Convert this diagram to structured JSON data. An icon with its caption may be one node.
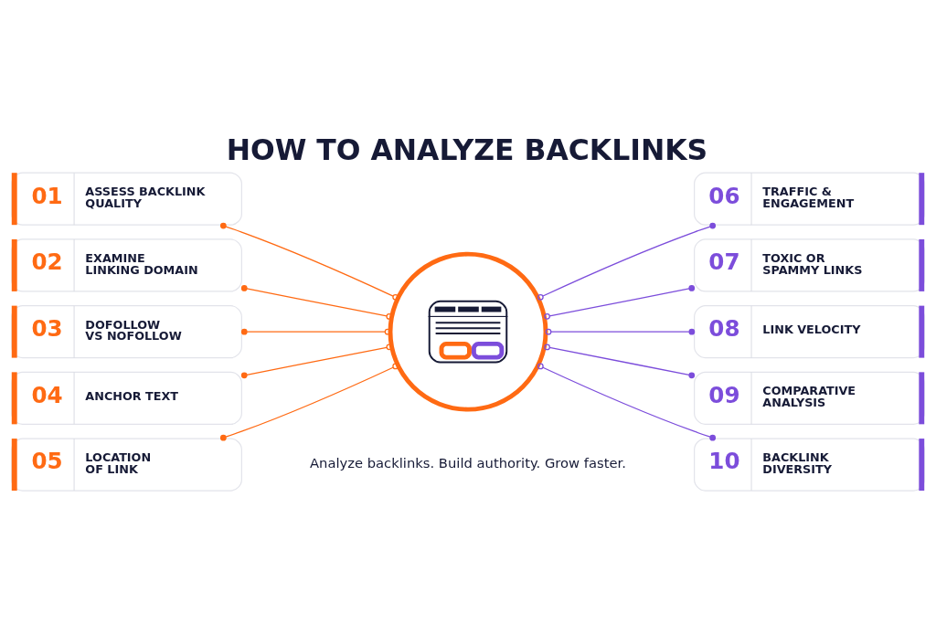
{
  "diagram": {
    "title": "HOW TO ANALYZE BACKLINKS",
    "nodes": [
      {
        "text": [
          "01",
          "ASSESS BACKLINK QUALITY"
        ]
      },
      {
        "text": [
          "02",
          "EXAMINE LINKING DOMAIN"
        ]
      },
      {
        "text": [
          "03",
          "DOFOLLOW VS NOFOLLOW"
        ]
      },
      {
        "text": [
          "04",
          "ANCHOR TEXT"
        ]
      },
      {
        "text": [
          "05",
          "LOCATION OF LINK"
        ]
      },
      {
        "text": [
          "06",
          "TRAFFIC & ENGAGEMENT"
        ]
      },
      {
        "text": [
          "07",
          "TOXIC OR SPAMMY LINKS"
        ]
      },
      {
        "text": [
          "08",
          "LINK VELOCITY"
        ]
      },
      {
        "text": [
          "09",
          "COMPARATIVE ANALYSIS"
        ]
      },
      {
        "text": [
          "10",
          "BACKLINK DIVERSITY"
        ]
      },
      {
        "text": [],
        "shape": "picture"
      }
    ],
    "edges": [
      {
        "from": 0,
        "to": 10,
        "arrow": "other"
      },
      {
        "from": 1,
        "to": 10,
        "arrow": "other"
      },
      {
        "from": 2,
        "to": 10,
        "arrow": "other"
      },
      {
        "from": 3,
        "to": 10,
        "arrow": "other"
      },
      {
        "from": 4,
        "to": 10,
        "arrow": "other"
      },
      {
        "from": 10,
        "to": 5,
        "arrow": "other",
        "color": "#7c4ddb"
      },
      {
        "from": 10,
        "to": 6,
        "arrow": "other",
        "color": "#7c4ddb"
      },
      {
        "from": 10,
        "to": 7,
        "arrow": "other",
        "color": "#7c4ddb"
      },
      {
        "from": 10,
        "to": 8,
        "arrow": "other",
        "color": "#7c4ddb"
      },
      {
        "from": 10,
        "to": 9,
        "arrow": "other",
        "color": "#7c4ddb"
      }
    ],
    "labels": [
      "Analyze backlinks. Build authority. Grow faster."
    ]
  }
}
